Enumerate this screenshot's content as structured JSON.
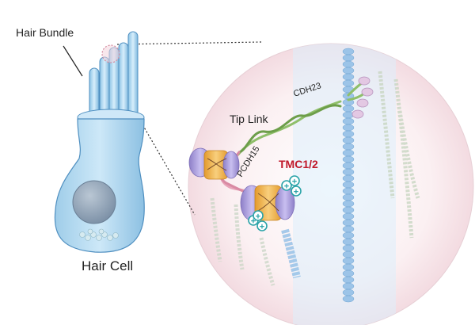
{
  "labels": {
    "hair_bundle": "Hair Bundle",
    "hair_cell": "Hair Cell",
    "tip_link": "Tip Link",
    "cdh23": "CDH23",
    "pcdh15": "PCDH15",
    "tmc": "TMC1/2"
  },
  "ions": [
    "+",
    "+",
    "+",
    "+",
    "+",
    "+"
  ],
  "colors": {
    "cell_fill": "#bfe0f4",
    "cell_stroke": "#4f8fc0",
    "nucleus": "#8fa3b8",
    "inset_bg": "#fbeef0",
    "tmc_label": "#c0182a",
    "cdh23_strand": "#8fbf6a",
    "pcdh15_strand": "#e7a3b8",
    "channel_orange": "#f2b24a",
    "channel_purple": "#a99ad6",
    "ion_teal": "#2aa3a8",
    "actin": "#9cc4e8"
  }
}
